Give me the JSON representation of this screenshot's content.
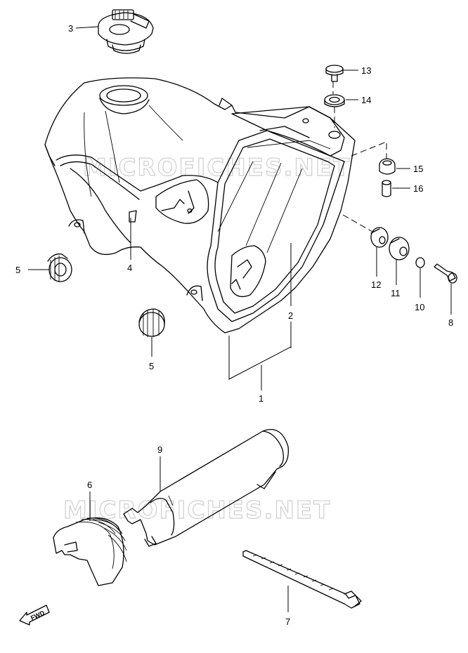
{
  "watermark": "MICROFICHES.NET",
  "fwd_label": "FWD",
  "callouts": [
    "1",
    "2",
    "3",
    "4",
    "5",
    "5",
    "6",
    "7",
    "8",
    "9",
    "10",
    "11",
    "12",
    "13",
    "14",
    "15",
    "16"
  ]
}
